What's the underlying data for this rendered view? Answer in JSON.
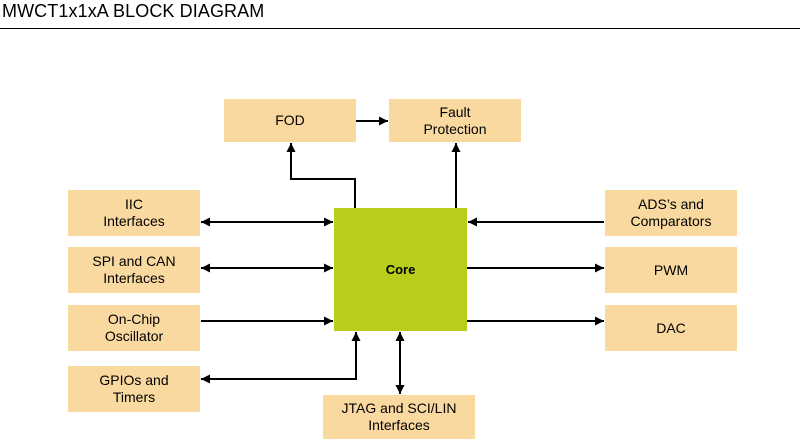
{
  "title": "MWCT1x1xA BLOCK DIAGRAM",
  "colors": {
    "block": "#fad9a0",
    "core": "#b9cd1b",
    "line": "#000000"
  },
  "blocks": {
    "fod": {
      "line1": "FOD",
      "line2": ""
    },
    "fault": {
      "line1": "Fault",
      "line2": "Protection"
    },
    "iic": {
      "line1": "IIC",
      "line2": "Interfaces"
    },
    "spi": {
      "line1": "SPI and CAN",
      "line2": "Interfaces"
    },
    "osc": {
      "line1": "On-Chip",
      "line2": "Oscillator"
    },
    "gpio": {
      "line1": "GPIOs and",
      "line2": "Timers"
    },
    "jtag": {
      "line1": "JTAG and SCI/LIN",
      "line2": "Interfaces"
    },
    "ads": {
      "line1": "ADS’s and",
      "line2": "Comparators"
    },
    "pwm": {
      "line1": "PWM",
      "line2": ""
    },
    "dac": {
      "line1": "DAC",
      "line2": ""
    },
    "core": {
      "label": "Core"
    }
  }
}
